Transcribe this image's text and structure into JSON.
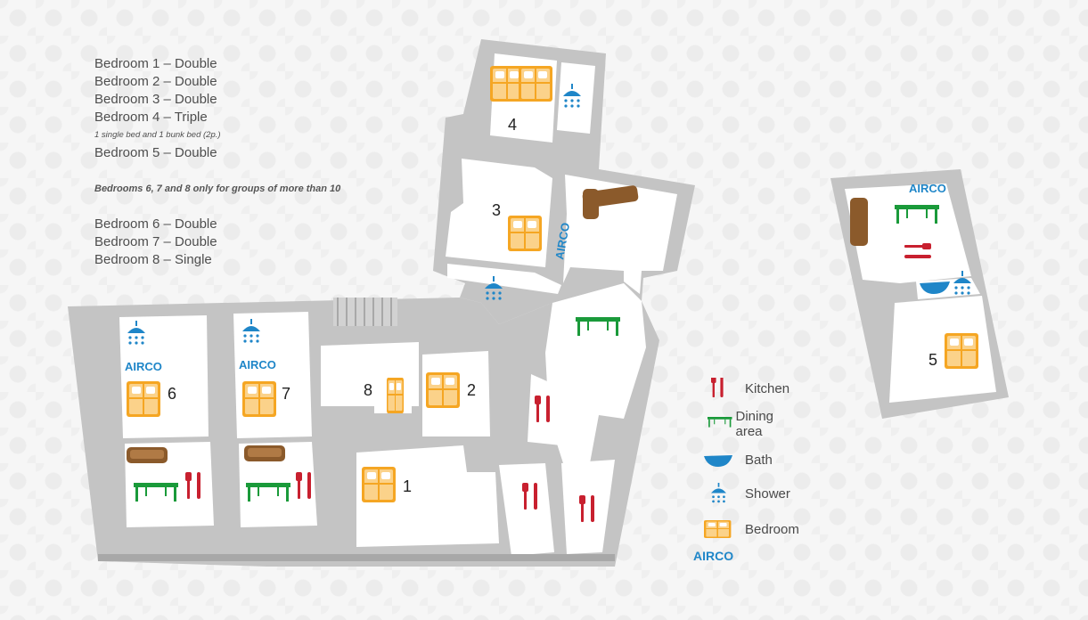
{
  "rooms_list": {
    "b1": "Bedroom 1 – Double",
    "b2": "Bedroom 2 – Double",
    "b3": "Bedroom 3 – Double",
    "b4": "Bedroom 4 – Triple",
    "b4_note": "1 single bed and 1 bunk bed (2p.)",
    "b5": "Bedroom 5 – Double",
    "group_note": "Bedrooms 6, 7 and 8 only for groups of more than 10",
    "b6": "Bedroom 6 – Double",
    "b7": "Bedroom 7 – Double",
    "b8": "Bedroom 8 – Single"
  },
  "plan_labels": {
    "r1": "1",
    "r2": "2",
    "r3": "3",
    "r4": "4",
    "r5": "5",
    "r6": "6",
    "r7": "7",
    "r8": "8",
    "airco": "AIRCO"
  },
  "legend": {
    "kitchen": "Kitchen",
    "dining": "Dining area",
    "bath": "Bath",
    "shower": "Shower",
    "bedroom": "Bedroom",
    "airco": "AIRCO"
  },
  "colors": {
    "wall": "#c4c4c4",
    "floor": "#ffffff",
    "bed": "#f5a623",
    "kitchen": "#c8202f",
    "dining": "#1a9a3a",
    "bath": "#1f86c8",
    "sofa": "#8b5a2b",
    "airco": "#1f86c8"
  },
  "icons": {
    "kitchen": "fork-knife-icon",
    "dining": "table-icon",
    "bath": "bathtub-icon",
    "shower": "shower-icon",
    "bedroom": "bed-icon",
    "sofa": "sofa-icon"
  }
}
